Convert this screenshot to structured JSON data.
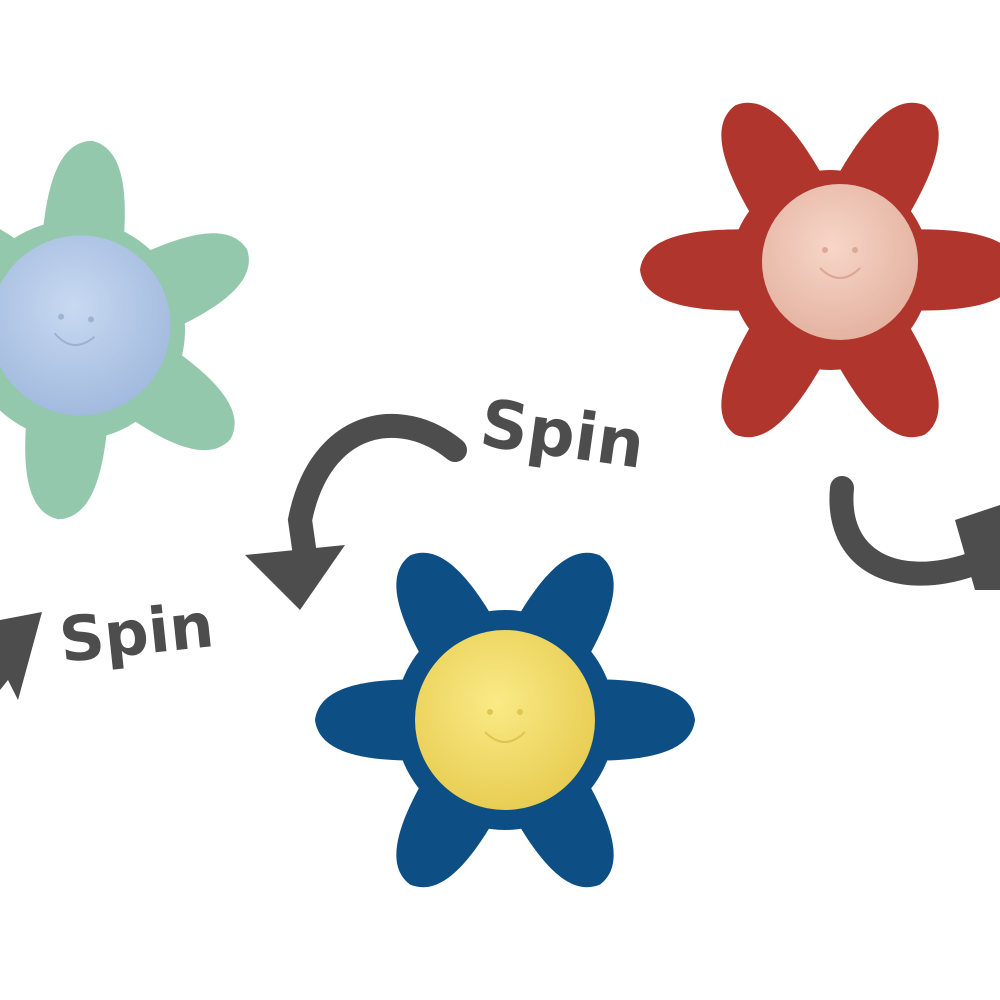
{
  "labels": {
    "spin_left": "Spin",
    "spin_center": "Spin"
  },
  "toys": [
    {
      "name": "green-flower-spinner",
      "petal_color": "#93c8ad",
      "center_color": "#b6cbea"
    },
    {
      "name": "red-flower-spinner",
      "petal_color": "#b0362d",
      "center_color": "#f0c6b6"
    },
    {
      "name": "blue-flower-spinner",
      "petal_color": "#0d4e84",
      "center_color": "#f4e06d"
    }
  ],
  "arrow_color": "#4d4d4d"
}
